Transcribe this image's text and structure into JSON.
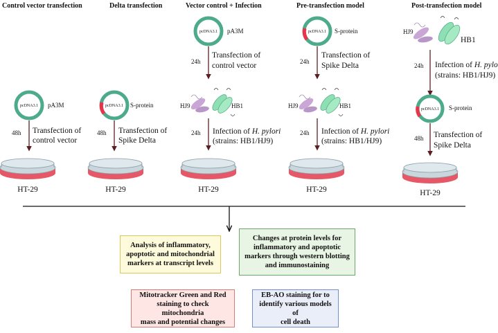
{
  "headers": [
    "Control vector transfection",
    "Delta transfection",
    "Vector control + Infection",
    "Pre-transfection model",
    "Post-transfection model"
  ],
  "plasmid": {
    "backbone": "pcDNA3.1",
    "vector_name": "pA3M",
    "insert_name": "S-protein"
  },
  "time": {
    "h24": "24h",
    "h48": "48h"
  },
  "steps": {
    "control_vector": [
      "Transfection of",
      "control vector"
    ],
    "spike_delta": [
      "Transfection of",
      "Spike Delta"
    ],
    "infection_line1_prefix": "Infection of ",
    "infection_line1_italic": "H. pylori",
    "infection_line2": "(strains: HB1/HJ9)"
  },
  "strains": {
    "left": "HJ9",
    "right": "HB1"
  },
  "cell_line": "HT-29",
  "boxes": {
    "transcript": "Analysis of inflammatory,\napoptotic and mitochondrial\nmarkers at transcript levels",
    "protein": "Changes at protein levels for\ninflammatory and apoptotic\nmarkers through western blotting\nand immunostaining",
    "mitotracker": "Mitotracker Green and Red\nstaining to check mitochondria\nmass and potential changes",
    "ebao": "EB-AO staining for to\nidentify various models of\ncell death"
  },
  "colors": {
    "plasmid_green": "#4dab8c",
    "insert_red": "#e8344a",
    "arrow": "#5a1f22",
    "dish_red": "#e23a4c",
    "dish_glass": "#c9d6dc",
    "bacteria_purple": "#c9a6d6",
    "bacteria_green": "#8ee0b4",
    "box_yellow_bg": "#fdfbdc",
    "box_yellow_border": "#d9c95a",
    "box_green_bg": "#e9f5e4",
    "box_green_border": "#6aa86a",
    "box_red_bg": "#fde6e3",
    "box_red_border": "#d97a70",
    "box_blue_bg": "#e9eef9",
    "box_blue_border": "#6f8fc9"
  }
}
